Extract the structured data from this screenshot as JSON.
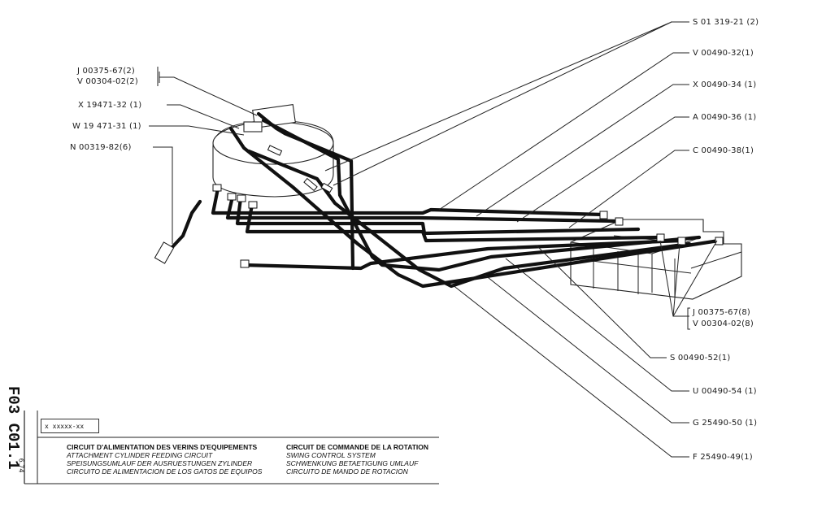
{
  "part_labels": {
    "j_00375_67_2": "J 00375-67(2)",
    "v_00304_02_2": "V 00304-02(2)",
    "x_19471_32": "X 19471-32 (1)",
    "w_19471_31": "W 19 471-31 (1)",
    "n_00319_82": "N 00319-82(6)",
    "s_01319_21": "S 01 319-21 (2)",
    "v_00490_32": "V 00490-32(1)",
    "x_00490_34": "X 00490-34 (1)",
    "a_00490_36": "A 00490-36 (1)",
    "c_00490_38": "C 00490-38(1)",
    "j_00375_67_8": "J 00375-67(8)",
    "v_00304_02_8": "V 00304-02(8)",
    "s_00490_52": "S 00490-52(1)",
    "u_00490_54": "U 00490-54 (1)",
    "g_25490_50": "G 25490-50 (1)",
    "f_25490_49": "F 25490-49(1)"
  },
  "title_block": {
    "sheet_code": "F03 C01.1",
    "date": "6.74",
    "ref_code": "x xxxxx-xx",
    "left_col": {
      "fr": "CIRCUIT D'ALIMENTATION DES VERINS D'EQUIPEMENTS",
      "en": "ATTACHMENT CYLINDER FEEDING CIRCUIT",
      "de": "SPEISUNGSUMLAUF DER AUSRUESTUNGEN ZYLINDER",
      "es": "CIRCUITO DE ALIMENTACION DE LOS GATOS DE EQUIPOS"
    },
    "right_col": {
      "fr": "CIRCUIT DE COMMANDE DE LA ROTATION",
      "en": "SWING CONTROL SYSTEM",
      "de": "SCHWENKUNG BETAETIGUNG UMLAUF",
      "es": "CIRCUITO DE MANDO DE ROTACION"
    }
  }
}
